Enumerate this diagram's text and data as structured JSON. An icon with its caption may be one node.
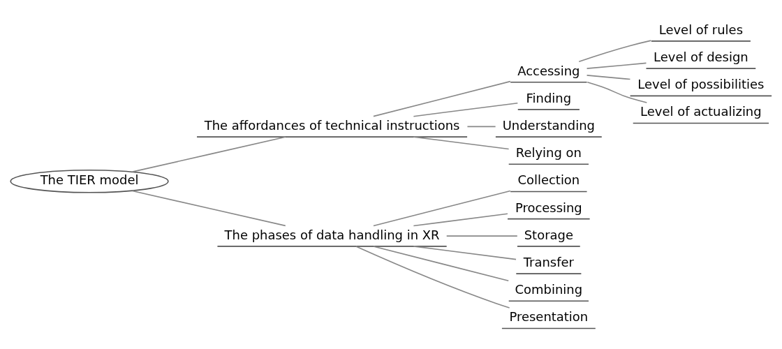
{
  "diagram": {
    "nodes": [
      {
        "text": [
          "The TIER model"
        ]
      },
      {
        "text": [
          "The affordances of technical instructions"
        ]
      },
      {
        "text": [
          "Accessing"
        ]
      },
      {
        "text": [
          "Level of rules"
        ]
      },
      {
        "text": [
          "Level of design"
        ]
      },
      {
        "text": [
          "Level of possibilities"
        ]
      },
      {
        "text": [
          "Level of actualizing"
        ]
      },
      {
        "text": [
          "Finding"
        ]
      },
      {
        "text": [
          "Understanding"
        ]
      },
      {
        "text": [
          "Relying on"
        ]
      },
      {
        "text": [
          "The phases of data handling in XR"
        ]
      },
      {
        "text": [
          "Collection"
        ]
      },
      {
        "text": [
          "Processing"
        ]
      },
      {
        "text": [
          "Storage"
        ]
      },
      {
        "text": [
          "Transfer"
        ]
      },
      {
        "text": [
          "Combining"
        ]
      },
      {
        "text": [
          "Presentation"
        ]
      }
    ],
    "edges": [
      {
        "from": 0,
        "to": 1,
        "arrow": "none"
      },
      {
        "from": 1,
        "to": 2,
        "arrow": "none"
      },
      {
        "from": 2,
        "to": 3,
        "arrow": "none"
      },
      {
        "from": 2,
        "to": 4,
        "arrow": "none"
      },
      {
        "from": 2,
        "to": 5,
        "arrow": "none"
      },
      {
        "from": 2,
        "to": 6,
        "arrow": "none"
      },
      {
        "from": 1,
        "to": 7,
        "arrow": "none"
      },
      {
        "from": 1,
        "to": 8,
        "arrow": "none"
      },
      {
        "from": 1,
        "to": 9,
        "arrow": "none"
      },
      {
        "from": 0,
        "to": 10,
        "arrow": "none"
      },
      {
        "from": 10,
        "to": 11,
        "arrow": "none"
      },
      {
        "from": 10,
        "to": 12,
        "arrow": "none"
      },
      {
        "from": 10,
        "to": 13,
        "arrow": "none"
      },
      {
        "from": 10,
        "to": 14,
        "arrow": "none"
      },
      {
        "from": 10,
        "to": 15,
        "arrow": "none"
      },
      {
        "from": 10,
        "to": 16,
        "arrow": "none"
      }
    ]
  }
}
